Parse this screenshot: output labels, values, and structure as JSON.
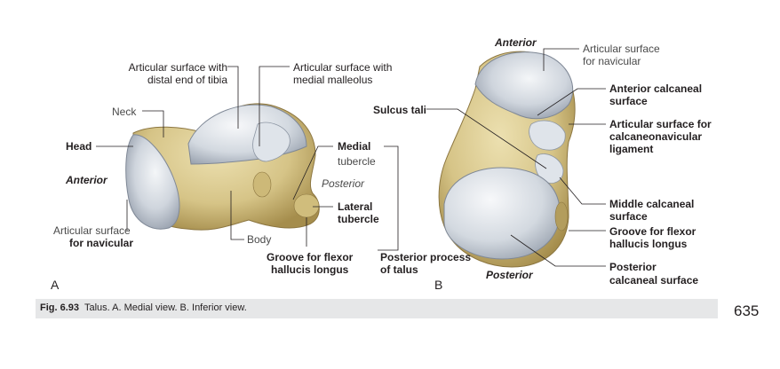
{
  "figure": {
    "panel_a_letter": "A",
    "panel_b_letter": "B",
    "labels_a": {
      "artic_tibia_1": "Articular surface with",
      "artic_tibia_2": "distal end of tibia",
      "artic_malleolus_1": "Articular surface with",
      "artic_malleolus_2": "medial malleolus",
      "neck": "Neck",
      "head": "Head",
      "anterior": "Anterior",
      "artic_navicular_1": "Articular surface",
      "artic_navicular_2": "for navicular",
      "body": "Body",
      "medial": "Medial",
      "tubercle_1": "tubercle",
      "posterior": "Posterior",
      "lateral": "Lateral",
      "tubercle_2": "tubercle",
      "groove_1": "Groove for flexor",
      "groove_2": "hallucis longus",
      "post_process_1": "Posterior process",
      "post_process_2": "of talus"
    },
    "labels_b": {
      "anterior": "Anterior",
      "artic_navicular_1": "Articular surface",
      "artic_navicular_2": "for navicular",
      "sulcus": "Sulcus tali",
      "ant_calc_1": "Anterior calcaneal",
      "ant_calc_2": "surface",
      "calcnav_1": "Articular surface for",
      "calcnav_2": "calcaneonavicular",
      "calcnav_3": "ligament",
      "mid_calc_1": "Middle calcaneal",
      "mid_calc_2": "surface",
      "groove_1": "Groove for flexor",
      "groove_2": "hallucis longus",
      "posterior": "Posterior",
      "post_calc_1": "Posterior",
      "post_calc_2": "calcaneal surface"
    }
  },
  "caption": {
    "fig_num": "Fig. 6.93",
    "text": "Talus. A. Medial view. B. Inferior view."
  },
  "page_number": "635",
  "colors": {
    "bone": "#d9c88d",
    "bone_dark": "#b59e5a",
    "cartilage": "#c5ccd6",
    "caption_bar": "#e6e7e8"
  }
}
